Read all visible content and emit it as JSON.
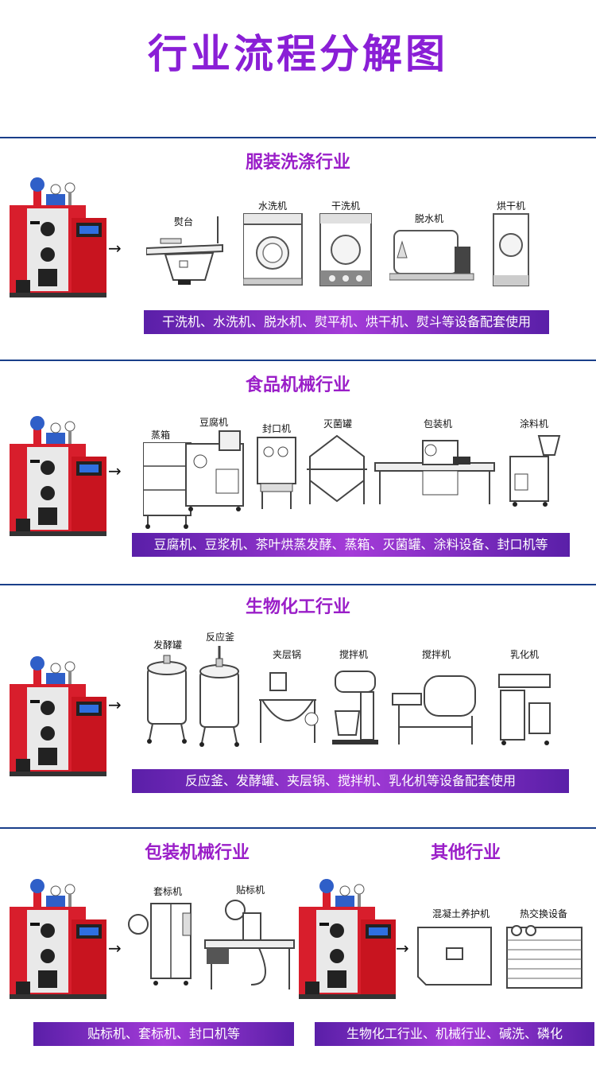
{
  "page_title": "行业流程分解图",
  "colors": {
    "accent_purple": "#9a1ec8",
    "divider_blue": "#1a3f8a",
    "boiler_red": "#d81e2c"
  },
  "arrow_glyph": "→",
  "sections": {
    "laundry": {
      "title": "服装洗涤行业",
      "equipment": [
        "熨台",
        "水洗机",
        "干洗机",
        "脱水机",
        "烘干机"
      ],
      "band": "干洗机、水洗机、脱水机、熨平机、烘干机、熨斗等设备配套使用"
    },
    "food": {
      "title": "食品机械行业",
      "equipment": [
        "蒸箱",
        "豆腐机",
        "封口机",
        "灭菌罐",
        "包装机",
        "涂料机"
      ],
      "band": "豆腐机、豆浆机、茶叶烘蒸发酵、蒸箱、灭菌罐、涂料设备、封口机等"
    },
    "bio": {
      "title": "生物化工行业",
      "equipment": [
        "发酵罐",
        "反应釜",
        "夹层锅",
        "搅拌机",
        "搅拌机",
        "乳化机"
      ],
      "band": "反应釜、发酵罐、夹层锅、搅拌机、乳化机等设备配套使用"
    },
    "packaging": {
      "title": "包装机械行业",
      "equipment": [
        "套标机",
        "贴标机"
      ],
      "band": "贴标机、套标机、封口机等"
    },
    "other": {
      "title": "其他行业",
      "equipment": [
        "混凝土养护机",
        "热交换设备"
      ],
      "band": "生物化工行业、机械行业、碱洗、磷化"
    }
  }
}
